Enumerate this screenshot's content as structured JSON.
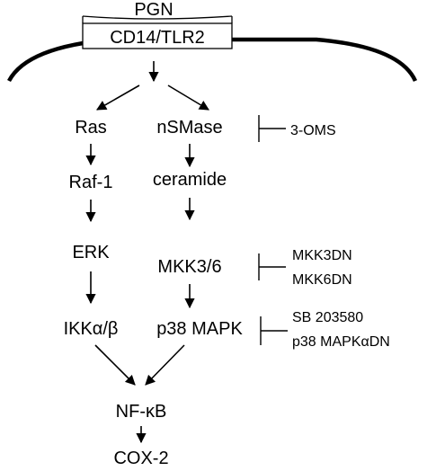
{
  "diagram": {
    "title": "",
    "nodes": {
      "pgn": "PGN",
      "receptor": "CD14/TLR2",
      "ras": "Ras",
      "raf1": "Raf-1",
      "erk": "ERK",
      "ikk": "IKKα/β",
      "nsmase": "nSMase",
      "ceramide": "ceramide",
      "mkk36": "MKK3/6",
      "p38": "p38 MAPK",
      "nfkb": "NF-κB",
      "cox2": "COX-2"
    },
    "inhibitors": {
      "oms": "3-OMS",
      "mkk3dn": "MKK3DN",
      "mkk6dn": "MKK6DN",
      "sb": "SB 203580",
      "p38dn": "p38 MAPKαDN"
    },
    "edges": [
      [
        "receptor",
        "split"
      ],
      [
        "split",
        "ras"
      ],
      [
        "split",
        "nsmase"
      ],
      [
        "ras",
        "raf1"
      ],
      [
        "raf1",
        "erk"
      ],
      [
        "erk",
        "ikk"
      ],
      [
        "ikk",
        "nfkb"
      ],
      [
        "nsmase",
        "ceramide"
      ],
      [
        "ceramide",
        "mkk36"
      ],
      [
        "mkk36",
        "p38"
      ],
      [
        "p38",
        "nfkb"
      ],
      [
        "nfkb",
        "cox2"
      ]
    ],
    "inhibitions": [
      {
        "target": "nsmase",
        "by": [
          "oms"
        ]
      },
      {
        "target": "mkk36",
        "by": [
          "mkk3dn",
          "mkk6dn"
        ]
      },
      {
        "target": "p38",
        "by": [
          "sb",
          "p38dn"
        ]
      }
    ]
  }
}
